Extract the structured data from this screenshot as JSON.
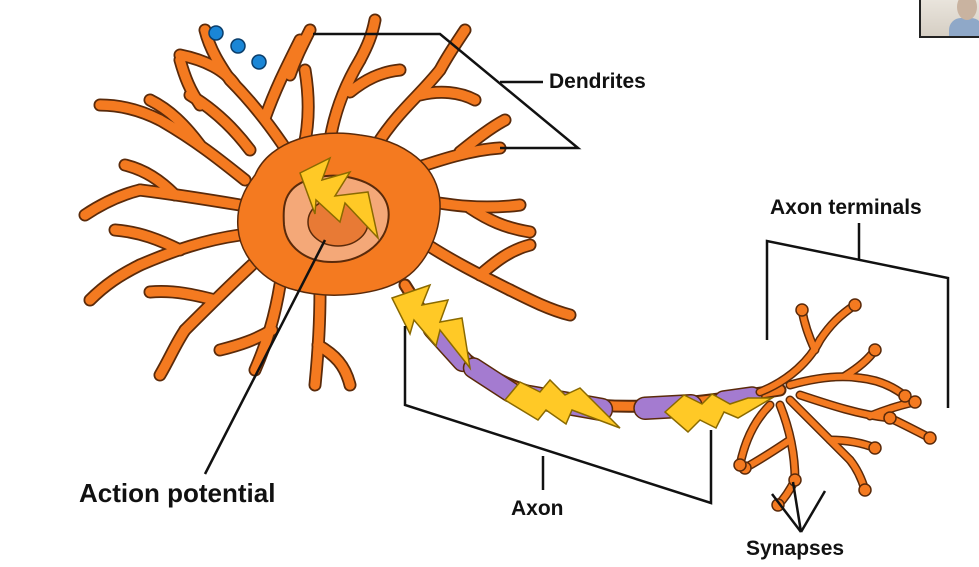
{
  "labels": {
    "dendrites": "Dendrites",
    "axon_terminals": "Axon terminals",
    "action_potential": "Action potential",
    "axon": "Axon",
    "synapses": "Synapses"
  },
  "colors": {
    "neuron_fill": "#f47a20",
    "neuron_outline": "#5a2a0a",
    "nucleus_fill": "#f4a878",
    "myelin_fill": "#a47bd0",
    "lightning_fill": "#ffc926",
    "vesicle_fill": "#1a86d6",
    "line": "#111111"
  },
  "icons": {
    "lightning": "lightning-bolt-icon",
    "vesicle": "vesicle-dot-icon"
  }
}
